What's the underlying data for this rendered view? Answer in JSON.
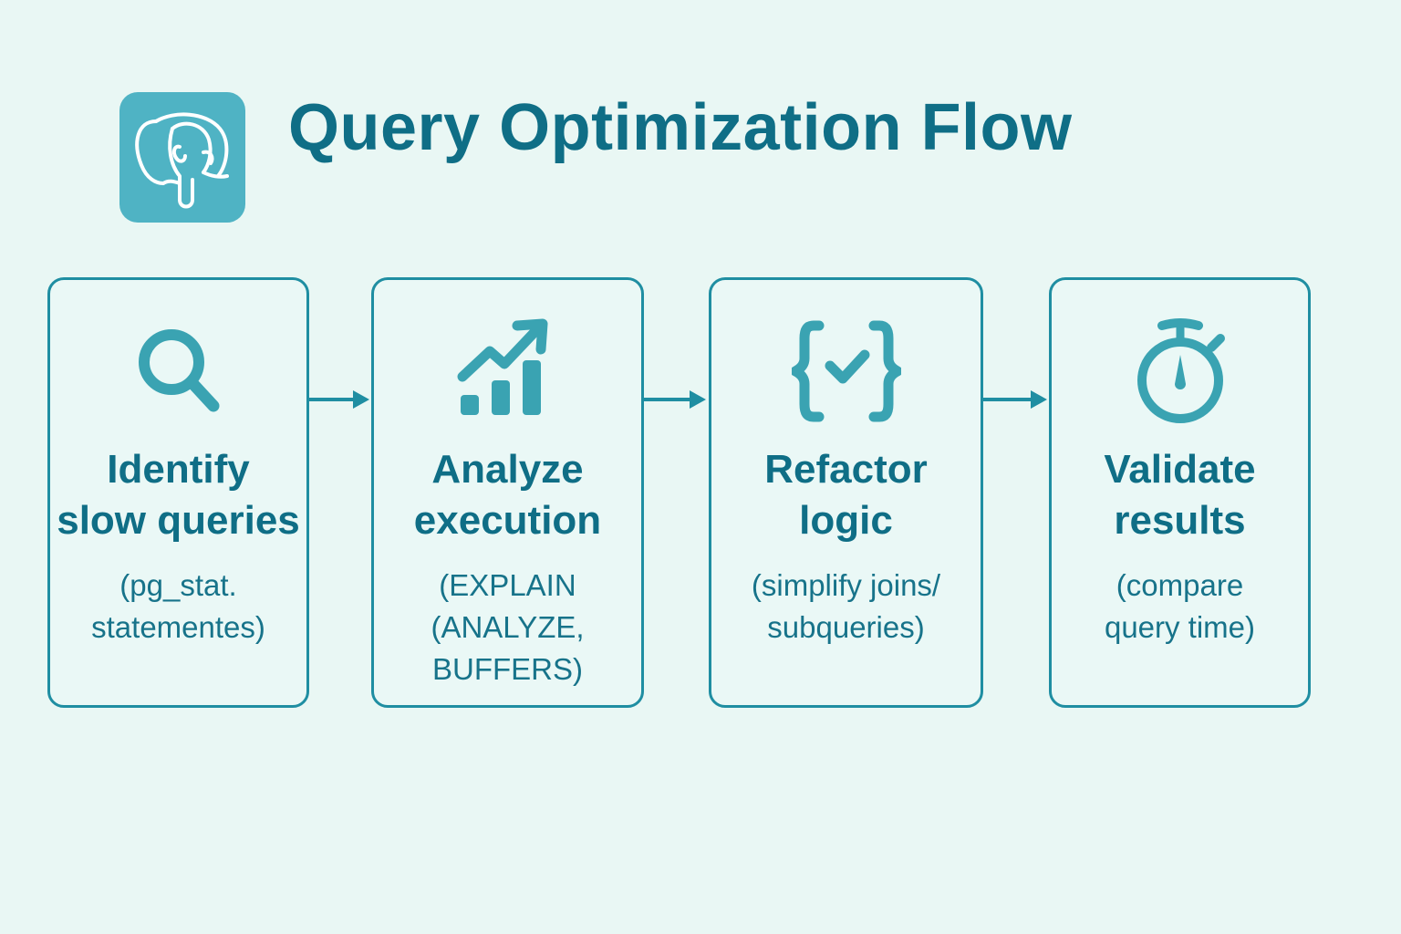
{
  "header": {
    "logo": "postgresql-elephant-icon",
    "title": "Query Optimization Flow"
  },
  "colors": {
    "background": "#e9f7f4",
    "accent": "#1f8ea2",
    "icon": "#3aa3b2",
    "logo_bg": "#4fb3c4",
    "text": "#0f6e86"
  },
  "steps": [
    {
      "icon": "magnifier-search-icon",
      "title": "Identify slow queries",
      "title_lines": [
        "Identify",
        "slow queries"
      ],
      "detail": "(pg_stat.\nstatementes)"
    },
    {
      "icon": "chart-trend-up-icon",
      "title": "Analyze execution",
      "title_lines": [
        "Analyze",
        "execution"
      ],
      "detail": "(EXPLAIN\n(ANALYZE,\nBUFFERS)"
    },
    {
      "icon": "code-braces-check-icon",
      "title": "Refactor logic",
      "title_lines": [
        "Refactor",
        "logic"
      ],
      "detail": "(simplify joins/\nsubqueries)"
    },
    {
      "icon": "stopwatch-icon",
      "title": "Validate results",
      "title_lines": [
        "Validate",
        "results"
      ],
      "detail": "(compare\nquery time)"
    }
  ],
  "connectors": [
    "step1-to-step2",
    "step2-to-step3",
    "step3-to-step4"
  ]
}
